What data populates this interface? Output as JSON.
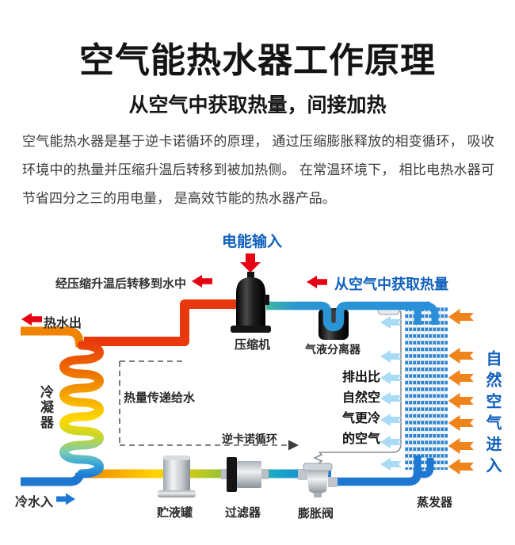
{
  "page": {
    "title": "空气能热水器工作原理",
    "subtitle": "从空气中获取热量，间接加热",
    "description": "空气能热水器是基于逆卡诺循环的原理， 通过压缩膨胀释放的相变循环， 吸收环境中的热量并压缩升温后转移到被加热侧。 在常温环境下， 相比电热水器可节省四分之三的用电量， 是高效节能的热水器产品。"
  },
  "diagram": {
    "annotations": {
      "power_input": "电能输入",
      "heat_to_water": "经压缩升温后转移到水中",
      "heat_from_air": "从空气中获取热量",
      "hot_water_out": "热水出",
      "cold_water_in": "冷水入",
      "heat_transfer": "热量传递给水",
      "reverse_carnot": "逆卡诺循环",
      "cold_air_out": "排出比\n自然空\n气更冷\n的空气",
      "natural_air_in": "自然空气进入"
    },
    "components": {
      "compressor": "压缩机",
      "separator": "气液分离器",
      "condenser": "冷凝器",
      "receiver": "贮液罐",
      "filter": "过滤器",
      "expansion_valve": "膨胀阀",
      "evaporator": "蒸发器"
    },
    "colors": {
      "label_blue": "#1060bd",
      "arrow_red": "#e60012",
      "pipe_hot_red": "#e8380d",
      "pipe_orange": "#f08300",
      "pipe_cold_blue": "#1e78d2",
      "air_in_arrow_orange": "#f0841c",
      "air_out_arrow_lightblue": "#a9dbf7"
    }
  }
}
